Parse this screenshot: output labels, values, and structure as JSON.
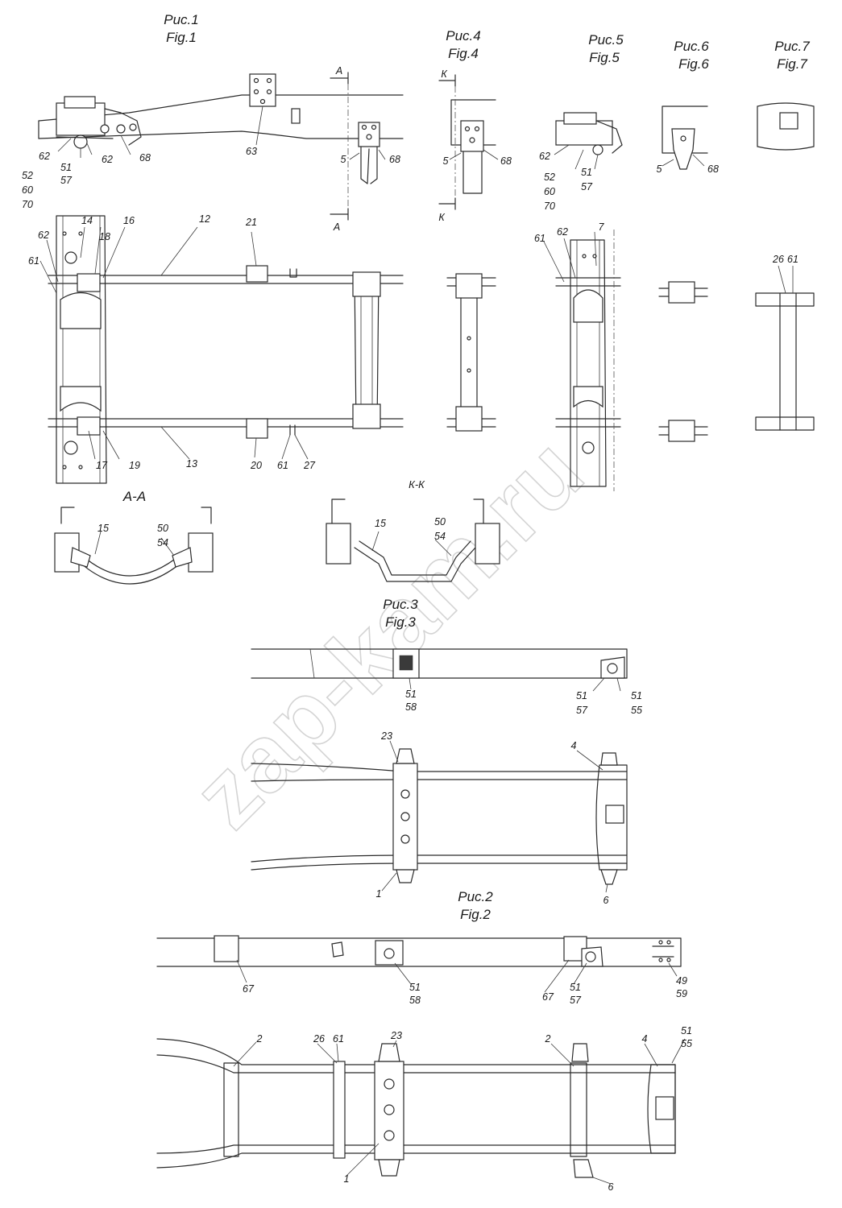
{
  "watermark": "zap-kam.ru",
  "figures": {
    "fig1": {
      "ru": "Рис.1",
      "en": "Fig.1"
    },
    "fig2": {
      "ru": "Рис.2",
      "en": "Fig.2"
    },
    "fig3": {
      "ru": "Рис.3",
      "en": "Fig.3"
    },
    "fig4": {
      "ru": "Рис.4",
      "en": "Fig.4"
    },
    "fig5": {
      "ru": "Рис.5",
      "en": "Fig.5"
    },
    "fig6": {
      "ru": "Рис.6",
      "en": "Fig.6"
    },
    "fig7": {
      "ru": "Рис.7",
      "en": "Fig.7"
    }
  },
  "sections": {
    "aa": "А-А",
    "kk": "К-К",
    "a": "А",
    "k": "К"
  },
  "labels": {
    "l1": "1",
    "l2": "2",
    "l4": "4",
    "l5": "5",
    "l6": "6",
    "l7": "7",
    "l12": "12",
    "l13": "13",
    "l14": "14",
    "l15": "15",
    "l16": "16",
    "l17": "17",
    "l18": "18",
    "l19": "19",
    "l20": "20",
    "l21": "21",
    "l23": "23",
    "l26": "26",
    "l27": "27",
    "l49": "49",
    "l50": "50",
    "l51": "51",
    "l52": "52",
    "l54": "54",
    "l55": "55",
    "l57": "57",
    "l58": "58",
    "l59": "59",
    "l60": "60",
    "l61": "61",
    "l62": "62",
    "l63": "63",
    "l67": "67",
    "l68": "68",
    "l70": "70"
  }
}
